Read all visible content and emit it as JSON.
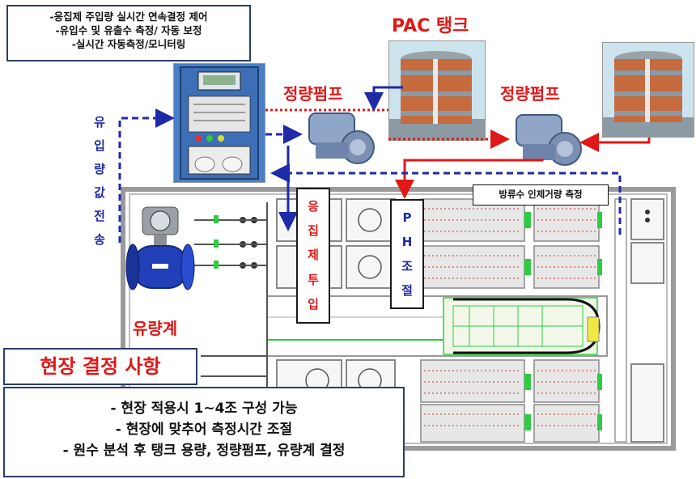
{
  "top_box": {
    "lines": [
      "-응집제 주입량 실시간  연속결정 제어",
      "-유입수 및 유출수  측정/  자동 보정",
      "-실시간 자동측정/모니터링"
    ]
  },
  "labels": {
    "pac_tank": "PAC 탱크",
    "metering_pump_1": "정량펌프",
    "metering_pump_2": "정량펌프",
    "flowmeter": "유량계",
    "discharge_turbidity": "방류수 인제거량  측정"
  },
  "vertical_flow_text": [
    "유",
    "입",
    "량",
    "값",
    "전",
    "송"
  ],
  "coagulant_box": [
    "응",
    "집",
    "제",
    "투",
    "입"
  ],
  "ph_box": [
    "P",
    "H",
    "조",
    "절"
  ],
  "decision": {
    "title": "현장 결정 사항",
    "lines": [
      "- 현장 적용시 1~4조 구성 가능",
      "- 현장에 맞추어 측정시간 조절",
      "- 원수 분석 후 탱크 용량, 정량펌프, 유량계 결정"
    ]
  },
  "colors": {
    "title_red": "#e01818",
    "flow_blue": "#1e2aa8",
    "flow_red": "#e01818",
    "plan_green": "#2ecc40",
    "box_border": "#2b3d6b"
  }
}
